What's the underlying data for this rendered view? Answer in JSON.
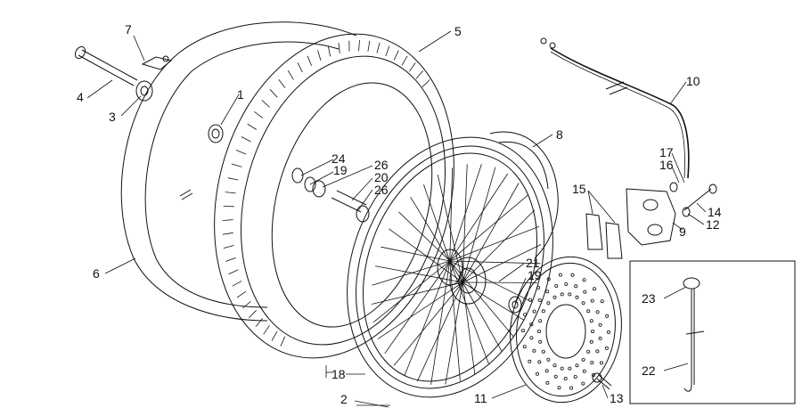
{
  "callouts": [
    "1",
    "2",
    "3",
    "4",
    "5",
    "6",
    "7",
    "8",
    "9",
    "10",
    "11",
    "12",
    "13",
    "14",
    "15",
    "16",
    "17",
    "18",
    "19",
    "19",
    "20",
    "21",
    "22",
    "23",
    "24",
    "26",
    "26"
  ]
}
